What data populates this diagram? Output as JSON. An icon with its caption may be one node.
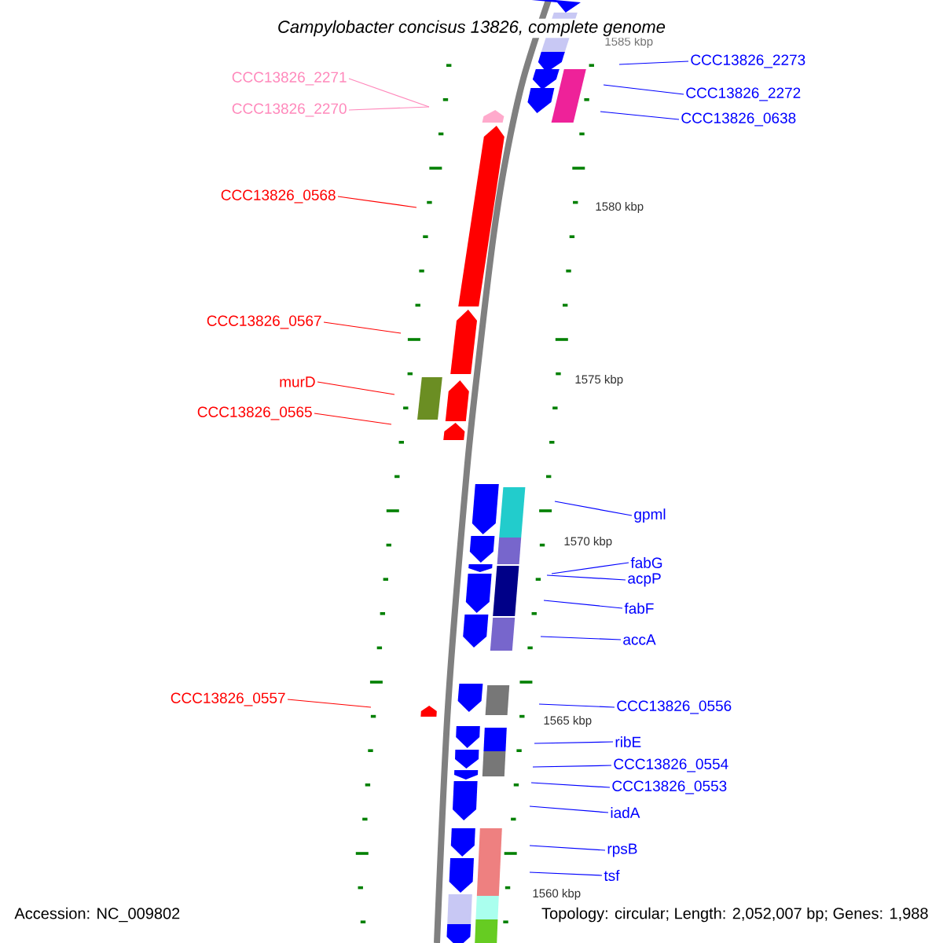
{
  "diagram": {
    "title": "Campylobacter concisus 13826, complete genome",
    "nodes": [
      {
        "text": [
          "CCC13826_2271"
        ]
      },
      {
        "text": [
          "CCC13826_2270"
        ]
      },
      {
        "text": [
          "CCC13826_0568"
        ]
      },
      {
        "text": [
          "CCC13826_0567"
        ]
      },
      {
        "text": [
          "murD"
        ]
      },
      {
        "text": [
          "CCC13826_0565"
        ]
      },
      {
        "text": [
          "CCC13826_0557"
        ]
      },
      {
        "text": [
          "CCC13826_2273"
        ]
      },
      {
        "text": [
          "CCC13826_2272"
        ]
      },
      {
        "text": [
          "CCC13826_0638"
        ]
      },
      {
        "text": [
          "gpml"
        ]
      },
      {
        "text": [
          "fabG"
        ]
      },
      {
        "text": [
          "acpP"
        ]
      },
      {
        "text": [
          "fabF"
        ]
      },
      {
        "text": [
          "accA"
        ]
      },
      {
        "text": [
          "CCC13826_0556"
        ]
      },
      {
        "text": [
          "ribE"
        ]
      },
      {
        "text": [
          "CCC13826_0554"
        ]
      },
      {
        "text": [
          "CCC13826_0553"
        ]
      },
      {
        "text": [
          "iadA"
        ]
      },
      {
        "text": [
          "rpsB"
        ]
      },
      {
        "text": [
          "tsf"
        ]
      }
    ],
    "edges": [
      {
        "from": 0,
        "to": null,
        "arrow": "none",
        "color": "#ff88bb"
      },
      {
        "from": 1,
        "to": null,
        "arrow": "none",
        "color": "#ff88bb"
      },
      {
        "from": 2,
        "to": null,
        "arrow": "none",
        "color": "#ff0000"
      },
      {
        "from": 3,
        "to": null,
        "arrow": "none",
        "color": "#ff0000"
      },
      {
        "from": 4,
        "to": null,
        "arrow": "none",
        "color": "#ff0000"
      },
      {
        "from": 5,
        "to": null,
        "arrow": "none",
        "color": "#ff0000"
      },
      {
        "from": 6,
        "to": null,
        "arrow": "none",
        "color": "#ff0000"
      },
      {
        "from": 7,
        "to": null,
        "arrow": "none"
      },
      {
        "from": 8,
        "to": null,
        "arrow": "none"
      },
      {
        "from": 9,
        "to": null,
        "arrow": "none"
      },
      {
        "from": 10,
        "to": null,
        "arrow": "none"
      },
      {
        "from": 11,
        "to": null,
        "arrow": "none"
      },
      {
        "from": 12,
        "to": null,
        "arrow": "none"
      },
      {
        "from": 13,
        "to": null,
        "arrow": "none"
      },
      {
        "from": 14,
        "to": null,
        "arrow": "none"
      },
      {
        "from": 15,
        "to": null,
        "arrow": "none"
      },
      {
        "from": 16,
        "to": null,
        "arrow": "none"
      },
      {
        "from": 17,
        "to": null,
        "arrow": "none"
      },
      {
        "from": 18,
        "to": null,
        "arrow": "none"
      },
      {
        "from": 19,
        "to": null,
        "arrow": "none"
      },
      {
        "from": 20,
        "to": null,
        "arrow": "none"
      },
      {
        "from": 21,
        "to": null,
        "arrow": "none"
      }
    ],
    "labels": [
      "1585 kbp",
      "1580 kbp",
      "1575 kbp",
      "1570 kbp",
      "1565 kbp",
      "1560 kbp",
      "Accession: NC_009802",
      "Topology: circular; Length: 2,052,007 bp; Genes: 1,988"
    ]
  }
}
